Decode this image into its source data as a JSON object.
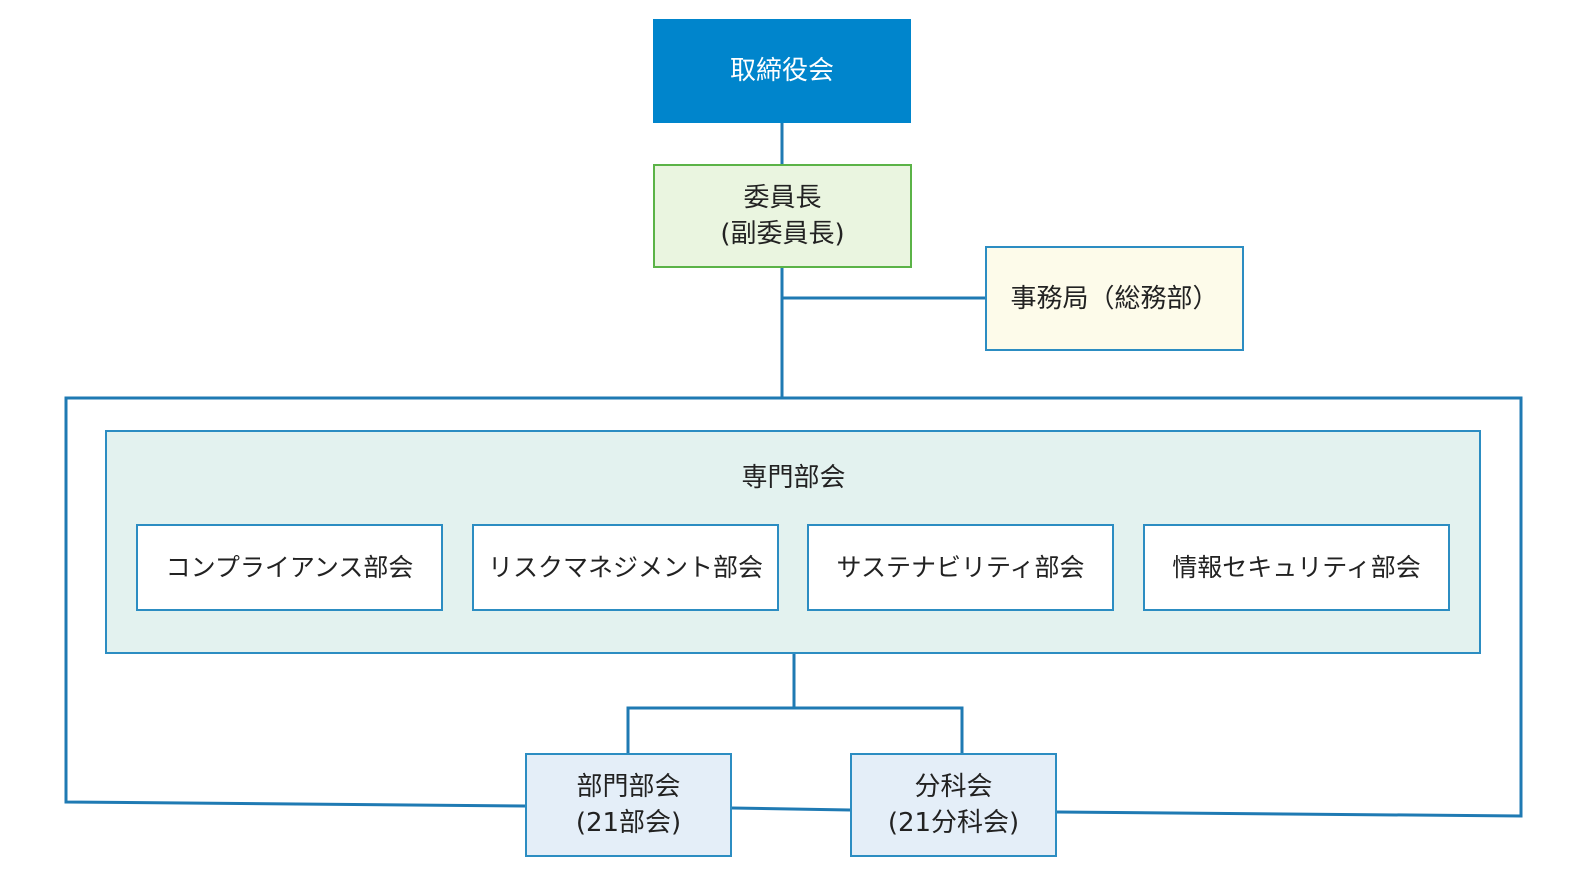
{
  "diagram": {
    "board": "取締役会",
    "chair": {
      "line1": "委員長",
      "line2": "(副委員長)"
    },
    "office": "事務局（総務部）",
    "special_committee": {
      "title": "専門部会",
      "subcommittees": [
        "コンプライアンス部会",
        "リスクマネジメント部会",
        "サステナビリティ部会",
        "情報セキュリティ部会"
      ]
    },
    "department_committee": {
      "line1": "部門部会",
      "line2": "(21部会)"
    },
    "subject_committee": {
      "line1": "分科会",
      "line2": "(21分科会)"
    }
  },
  "colors": {
    "board_fill": "#0085cc",
    "chair_fill": "#eaf5e0",
    "chair_border": "#5bb347",
    "office_fill": "#fdfbea",
    "special_fill": "#e3f2ef",
    "bottom_fill": "#e4eef8",
    "line": "#2c8dc2"
  }
}
